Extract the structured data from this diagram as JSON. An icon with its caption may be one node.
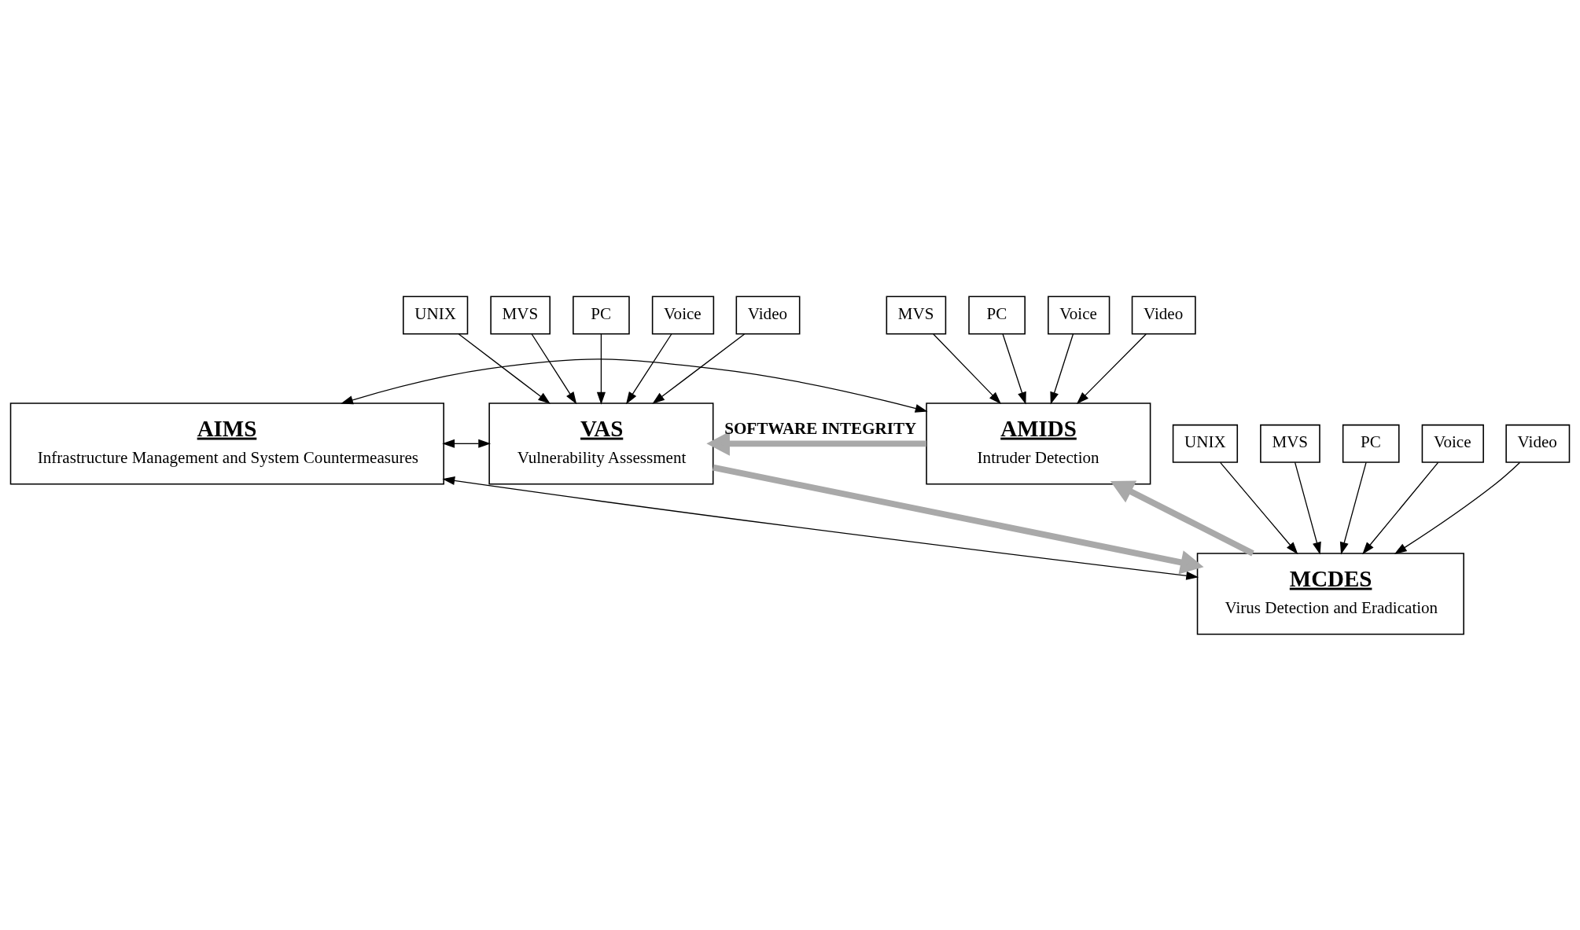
{
  "diagram": {
    "nodes": [
      {
        "text": [
          "AMIDS",
          "Intruder Detection"
        ]
      },
      {
        "text": [
          "AIMS",
          "Infrastructure Management and System Countermeasures"
        ]
      },
      {
        "text": [
          "VAS",
          "Vulnerability Assessment"
        ]
      },
      {
        "text": [
          "MCDES",
          "Virus Detection and Eradication"
        ]
      },
      {
        "text": [
          "MVS"
        ]
      },
      {
        "text": [
          "PC"
        ]
      },
      {
        "text": [
          "Voice"
        ]
      },
      {
        "text": [
          "Video"
        ]
      },
      {
        "text": [
          "UNIX"
        ]
      },
      {
        "text": [
          "MVS"
        ]
      },
      {
        "text": [
          "PC"
        ]
      },
      {
        "text": [
          "Voice"
        ]
      },
      {
        "text": [
          "Video"
        ]
      },
      {
        "text": [
          "UNIX"
        ]
      },
      {
        "text": [
          "MVS"
        ]
      },
      {
        "text": [
          "PC"
        ]
      },
      {
        "text": [
          "Voice"
        ]
      },
      {
        "text": [
          "Video"
        ]
      }
    ],
    "edges": [
      {
        "from": 4,
        "to": 0,
        "arrow": "to"
      },
      {
        "from": 5,
        "to": 0,
        "arrow": "to"
      },
      {
        "from": 6,
        "to": 0,
        "arrow": "to"
      },
      {
        "from": 7,
        "to": 0,
        "arrow": "to"
      },
      {
        "from": 8,
        "to": 2,
        "arrow": "to"
      },
      {
        "from": 9,
        "to": 2,
        "arrow": "to"
      },
      {
        "from": 10,
        "to": 2,
        "arrow": "to"
      },
      {
        "from": 11,
        "to": 2,
        "arrow": "to"
      },
      {
        "from": 12,
        "to": 2,
        "arrow": "to"
      },
      {
        "from": 13,
        "to": 3,
        "arrow": "to"
      },
      {
        "from": 14,
        "to": 3,
        "arrow": "to"
      },
      {
        "from": 15,
        "to": 3,
        "arrow": "to"
      },
      {
        "from": 16,
        "to": 3,
        "arrow": "to"
      },
      {
        "from": 17,
        "to": 3,
        "arrow": "to"
      },
      {
        "from": 1,
        "to": 0,
        "arrow": "both"
      },
      {
        "from": 1,
        "to": 2,
        "arrow": "both"
      },
      {
        "from": 1,
        "to": 3,
        "arrow": "both"
      },
      {
        "from": 0,
        "to": 2,
        "arrow": "to",
        "label": "SOFTWARE INTEGRITY",
        "style": "thick",
        "color": "#a9a9a9"
      },
      {
        "from": 2,
        "to": 3,
        "arrow": "to",
        "style": "thick",
        "color": "#a9a9a9"
      },
      {
        "from": 3,
        "to": 0,
        "arrow": "to",
        "style": "thick",
        "color": "#a9a9a9"
      }
    ]
  }
}
